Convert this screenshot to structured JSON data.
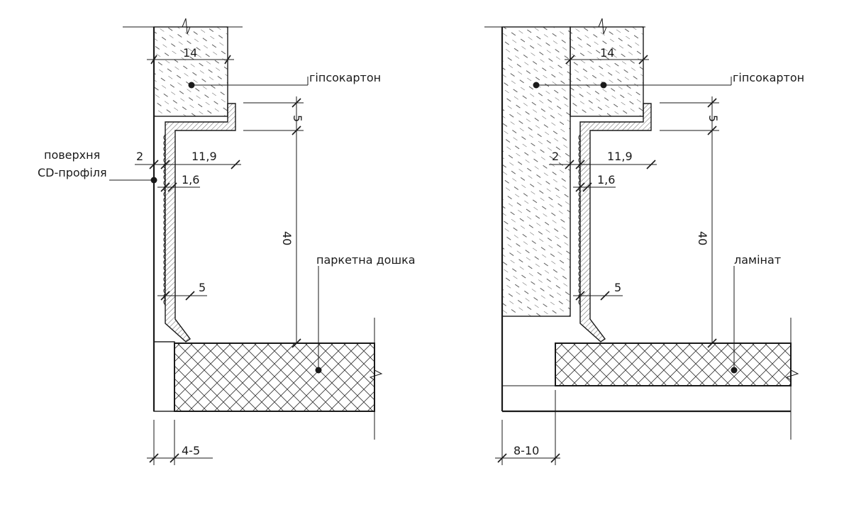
{
  "left_detail": {
    "dim_gypsum_thickness": "14",
    "label_gypsum": "гіпсокартон",
    "dim_gap_top": "5",
    "label_cd_surface_line1": "поверхня",
    "label_cd_surface_line2": "CD-профіля",
    "dim_offset": "2",
    "dim_profile_width": "11,9",
    "dim_profile_thickness": "1,6",
    "dim_profile_height": "40",
    "dim_lower_gap": "5",
    "label_floor": "паркетна дошка",
    "dim_expansion_gap": "4-5"
  },
  "right_detail": {
    "dim_gypsum_thickness": "14",
    "label_gypsum": "гіпсокартон",
    "dim_gap_top": "5",
    "dim_offset": "2",
    "dim_profile_width": "11,9",
    "dim_profile_thickness": "1,6",
    "dim_profile_height": "40",
    "dim_lower_gap": "5",
    "label_floor": "ламінат",
    "dim_expansion_gap": "8-10"
  },
  "colors": {
    "line": "#1a1a1a",
    "background": "#ffffff"
  }
}
